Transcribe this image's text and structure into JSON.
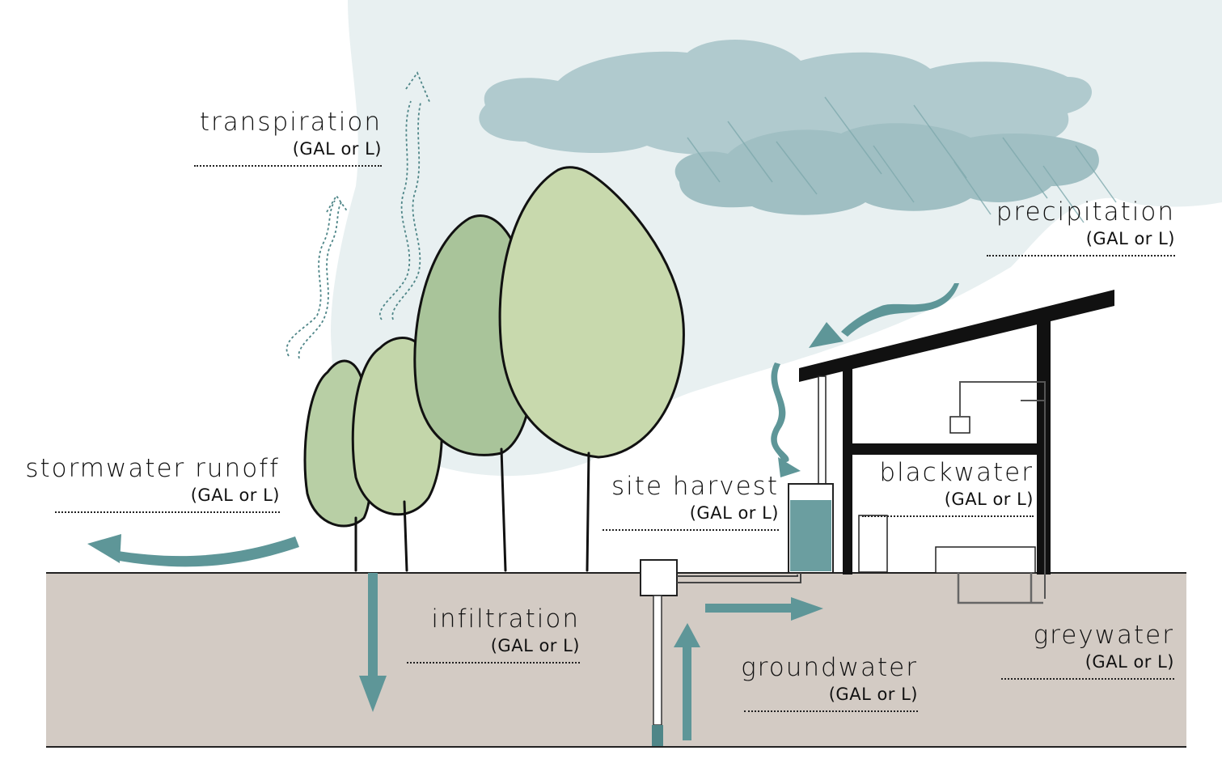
{
  "unit": "(GAL or L)",
  "labels": {
    "transpiration": "transpiration",
    "precipitation": "precipitation",
    "stormwater_runoff": "stormwater runoff",
    "site_harvest": "site harvest",
    "blackwater": "blackwater",
    "infiltration": "infiltration",
    "groundwater": "groundwater",
    "greywater": "greywater"
  },
  "colors": {
    "flow_arrow": "#5e9698",
    "cloud": "#a3c2c6",
    "cloud_light": "#e6eff0",
    "ground": "#d4ccc5",
    "tree_fill": "#c8d8a8",
    "tree_fill_dark": "#9dba8e",
    "outline": "#111111"
  }
}
